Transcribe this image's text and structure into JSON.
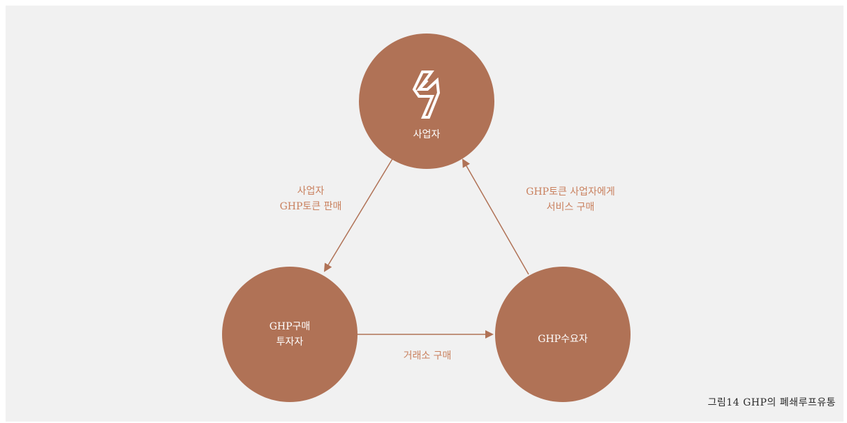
{
  "diagram": {
    "nodes": {
      "top": {
        "label": "사업자"
      },
      "left": {
        "line1": "GHP구매",
        "line2": "투자자"
      },
      "right": {
        "label": "GHP수요자"
      }
    },
    "edges": {
      "top_to_left": {
        "line1": "사업자",
        "line2": "GHP토큰 판매"
      },
      "right_to_top": {
        "line1": "GHP토큰 사업자에게",
        "line2": "서비스 구매"
      },
      "left_to_right": {
        "label": "거래소 구매"
      }
    },
    "colors": {
      "node": "#b07256",
      "edge": "#b07256",
      "edge_text": "#c9805e",
      "background": "#f1f1f1",
      "logo": "#ffffff"
    },
    "logo_icon": "ghp-logo-icon"
  },
  "caption": "그림14 GHP의 폐쇄루프유통"
}
